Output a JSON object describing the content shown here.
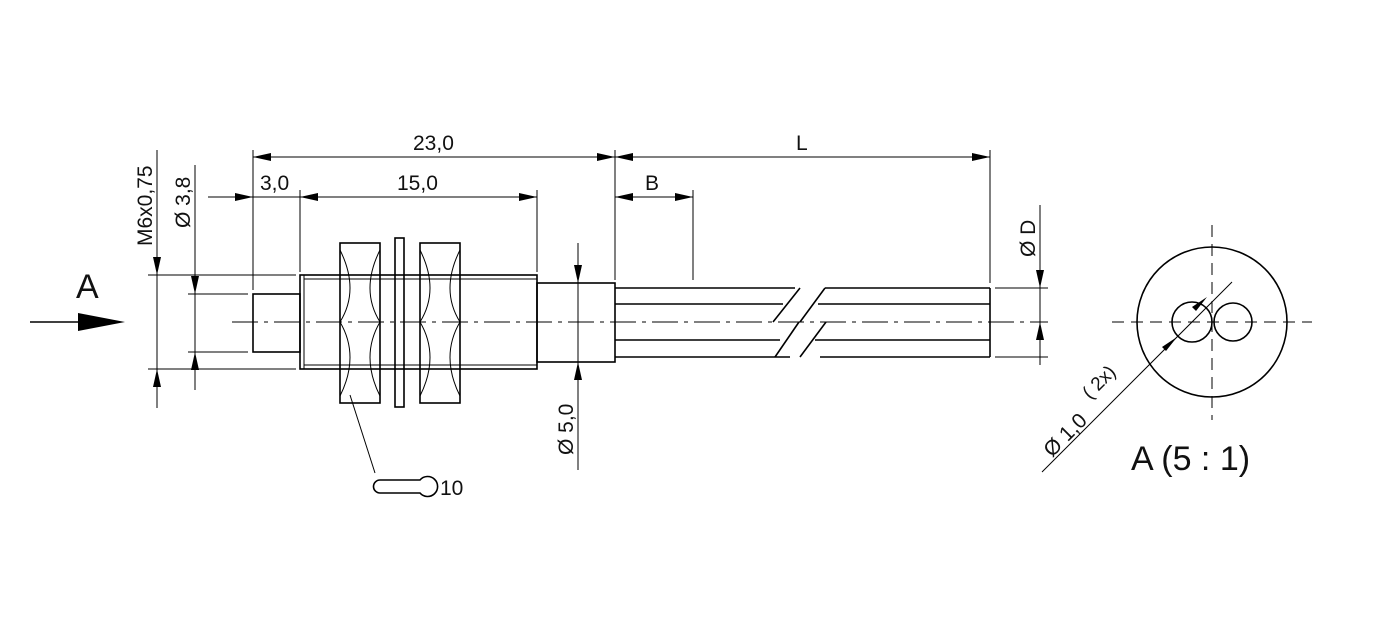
{
  "labels": {
    "view_arrow": "A",
    "thread": "M6x0,75",
    "dia_3_8": "Ø 3,8",
    "dim_23": "23,0",
    "dim_3": "3,0",
    "dim_15": "15,0",
    "dim_L": "L",
    "dim_B": "B",
    "dia_D": "Ø D",
    "dia_5": "Ø 5,0",
    "wrench": "10",
    "dia_1": "Ø 1,0",
    "dia_1_qty": "( 2x)",
    "detail_title": "A  (5 : 1)"
  }
}
